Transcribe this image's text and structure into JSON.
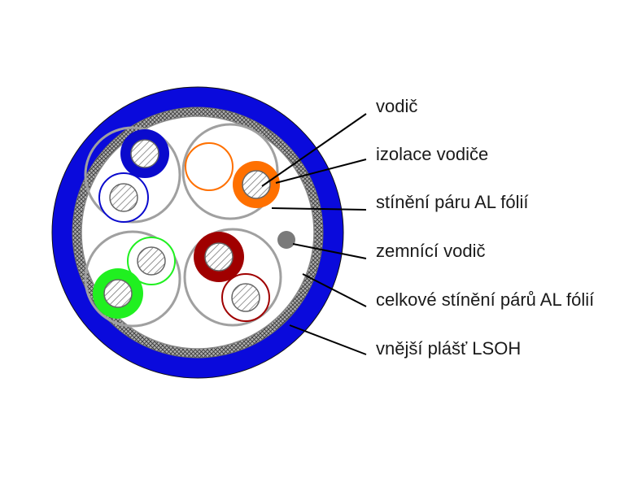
{
  "labels": {
    "conductor": "vodič",
    "conductor_insulation": "izolace vodiče",
    "pair_shield": "stínění páru AL fólií",
    "ground_wire": "zemnící vodič",
    "overall_shield": "celkové stínění párů AL fólií",
    "outer_jacket": "vnější plášť LSOH"
  },
  "colors": {
    "outer_jacket": "#0a0adc",
    "braid": "#8a8a8a",
    "pair_shield": "#a0a0a0",
    "ground_wire": "#7a7a7a",
    "pair_blue": "#0a0acd",
    "pair_orange": "#ff7000",
    "pair_green": "#20f020",
    "pair_brown": "#a00000",
    "leader_line": "#000000"
  },
  "pairs": [
    {
      "name": "blue",
      "solid": "pair_blue",
      "striped": "pair_blue"
    },
    {
      "name": "orange",
      "solid": "pair_orange",
      "striped": "pair_orange"
    },
    {
      "name": "green",
      "solid": "pair_green",
      "striped": "pair_green"
    },
    {
      "name": "brown",
      "solid": "pair_brown",
      "striped": "pair_brown"
    }
  ]
}
